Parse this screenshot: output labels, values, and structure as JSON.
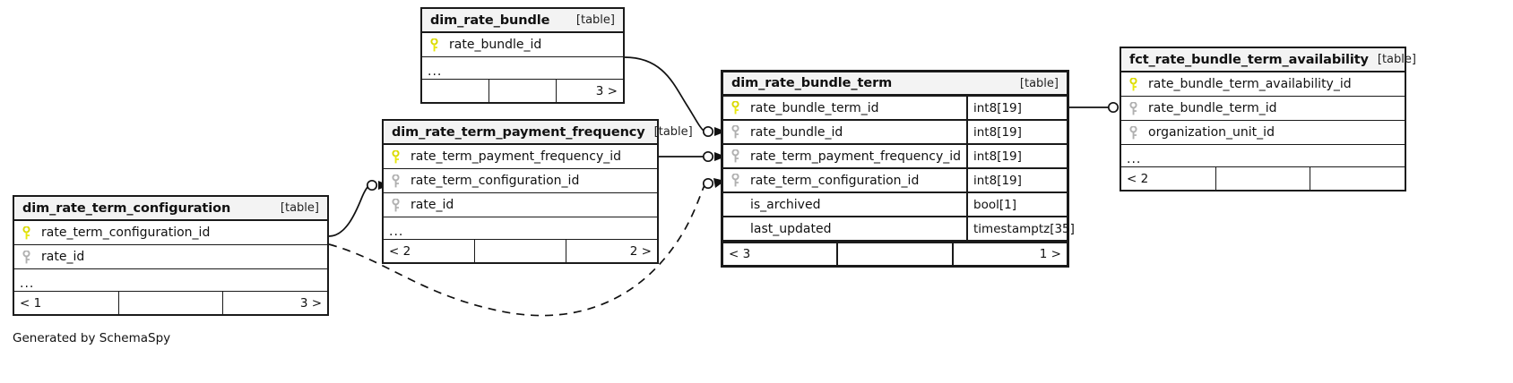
{
  "diagram": {
    "title": "SchemaSpy entity relationship diagram",
    "footer_text": "Generated by SchemaSpy",
    "table_tag": "[table]",
    "ellipsis": "...",
    "colors": {
      "primary_key_icon": "#e8e80f",
      "foreign_key_icon": "#b0b0b0",
      "header_background": "#f3f3f3",
      "border": "#1a1a1a",
      "background": "#ffffff"
    }
  },
  "tables": [
    {
      "id": "dim_rate_bundle",
      "name": "dim_rate_bundle",
      "tag": "[table]",
      "columns": [
        {
          "key": "pk",
          "name": "rate_bundle_id",
          "type": ""
        }
      ],
      "has_ellipsis": true,
      "footer": {
        "left": "",
        "middle": "",
        "right": "3 >"
      }
    },
    {
      "id": "dim_rate_term_payment_frequency",
      "name": "dim_rate_term_payment_frequency",
      "tag": "[table]",
      "columns": [
        {
          "key": "pk",
          "name": "rate_term_payment_frequency_id",
          "type": ""
        },
        {
          "key": "fk",
          "name": "rate_term_configuration_id",
          "type": ""
        },
        {
          "key": "fk",
          "name": "rate_id",
          "type": ""
        }
      ],
      "has_ellipsis": true,
      "footer": {
        "left": "< 2",
        "middle": "",
        "right": "2 >"
      }
    },
    {
      "id": "dim_rate_term_configuration",
      "name": "dim_rate_term_configuration",
      "tag": "[table]",
      "columns": [
        {
          "key": "pk",
          "name": "rate_term_configuration_id",
          "type": ""
        },
        {
          "key": "fk",
          "name": "rate_id",
          "type": ""
        }
      ],
      "has_ellipsis": true,
      "footer": {
        "left": "< 1",
        "middle": "",
        "right": "3 >"
      }
    },
    {
      "id": "dim_rate_bundle_term",
      "name": "dim_rate_bundle_term",
      "tag": "[table]",
      "columns": [
        {
          "key": "pk",
          "name": "rate_bundle_term_id",
          "type": "int8[19]"
        },
        {
          "key": "fk",
          "name": "rate_bundle_id",
          "type": "int8[19]"
        },
        {
          "key": "fk",
          "name": "rate_term_payment_frequency_id",
          "type": "int8[19]"
        },
        {
          "key": "fk",
          "name": "rate_term_configuration_id",
          "type": "int8[19]"
        },
        {
          "key": "none",
          "name": "is_archived",
          "type": "bool[1]"
        },
        {
          "key": "none",
          "name": "last_updated",
          "type": "timestamptz[35]"
        }
      ],
      "has_ellipsis": false,
      "footer": {
        "left": "< 3",
        "middle": "",
        "right": "1 >"
      }
    },
    {
      "id": "fct_rate_bundle_term_availability",
      "name": "fct_rate_bundle_term_availability",
      "tag": "[table]",
      "columns": [
        {
          "key": "pk",
          "name": "rate_bundle_term_availability_id",
          "type": ""
        },
        {
          "key": "fk",
          "name": "rate_bundle_term_id",
          "type": ""
        },
        {
          "key": "fk",
          "name": "organization_unit_id",
          "type": ""
        }
      ],
      "has_ellipsis": true,
      "footer": {
        "left": "< 2",
        "middle": "",
        "right": ""
      }
    }
  ],
  "relationships": [
    {
      "from": "dim_rate_bundle",
      "to": "dim_rate_bundle_term",
      "on": "rate_bundle_id",
      "style": "solid"
    },
    {
      "from": "dim_rate_term_payment_frequency",
      "to": "dim_rate_bundle_term",
      "on": "rate_term_payment_frequency_id",
      "style": "solid"
    },
    {
      "from": "dim_rate_term_configuration",
      "to": "dim_rate_term_payment_frequency",
      "on": "rate_term_configuration_id",
      "style": "solid"
    },
    {
      "from": "dim_rate_term_configuration",
      "to": "dim_rate_bundle_term",
      "on": "rate_term_configuration_id",
      "style": "dashed"
    },
    {
      "from": "dim_rate_bundle_term",
      "to": "fct_rate_bundle_term_availability",
      "on": "rate_bundle_term_id",
      "style": "solid"
    }
  ]
}
